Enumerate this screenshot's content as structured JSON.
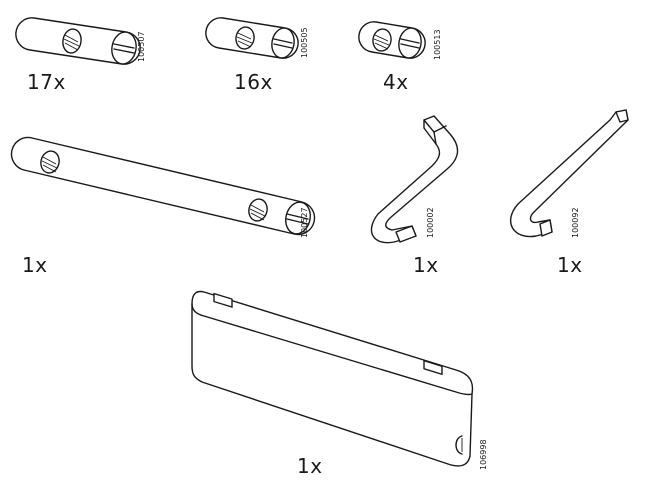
{
  "parts": [
    {
      "id": "dowel-long-17",
      "article": "100507",
      "quantity": "17x"
    },
    {
      "id": "dowel-medium-16",
      "article": "100505",
      "quantity": "16x"
    },
    {
      "id": "dowel-short-4",
      "article": "100513",
      "quantity": "4x"
    },
    {
      "id": "rod-long",
      "article": "100527",
      "quantity": "1x"
    },
    {
      "id": "allen-key-large",
      "article": "100002",
      "quantity": "1x"
    },
    {
      "id": "allen-key-small",
      "article": "100092",
      "quantity": "1x"
    },
    {
      "id": "shelf-board",
      "article": "106998",
      "quantity": "1x"
    }
  ]
}
